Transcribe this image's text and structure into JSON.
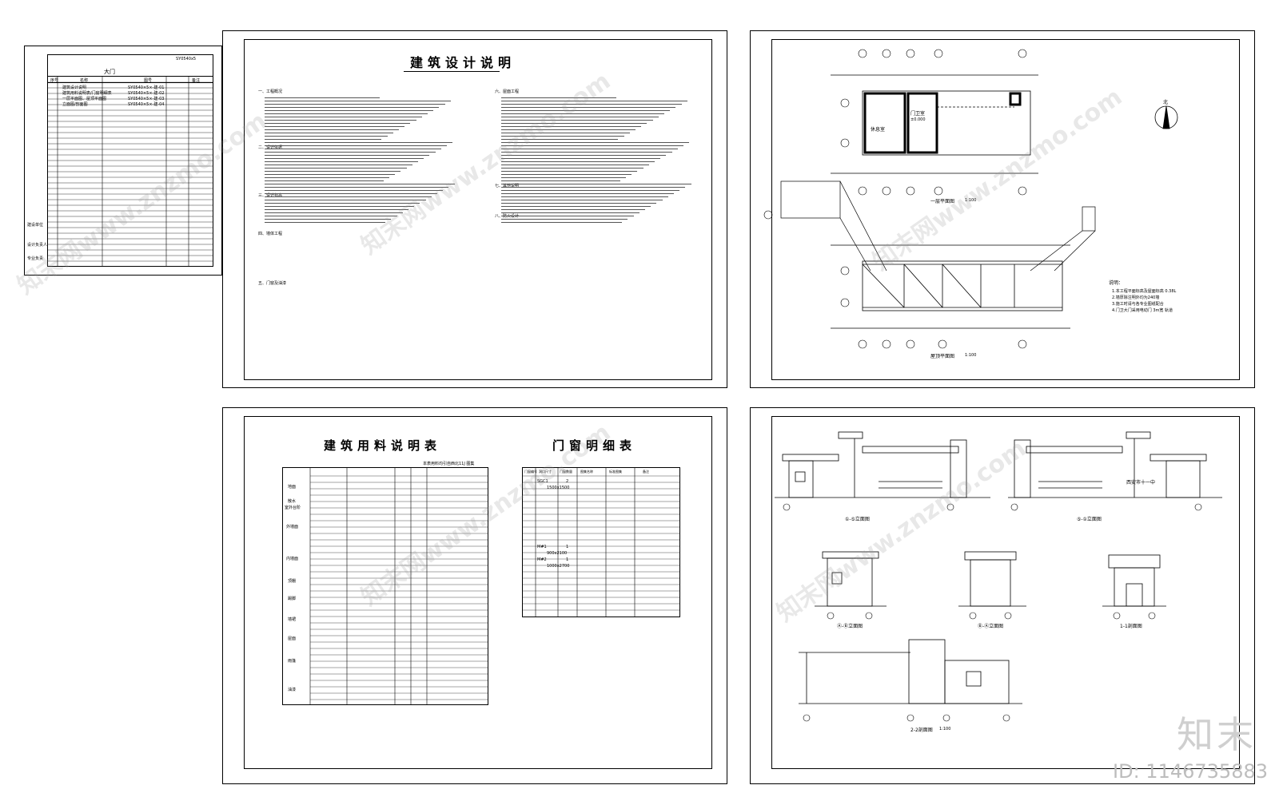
{
  "index_sheet": {
    "project": "大门",
    "code": "SY0540x5",
    "header_cols": [
      "序号",
      "名称",
      "图号",
      "备注"
    ],
    "rows": [
      {
        "name": "建筑设计说明",
        "no": "SY0540×5×-建-01"
      },
      {
        "name": "建筑用料说明表/门窗明细表",
        "no": "SY0540×5×-建-02"
      },
      {
        "name": "一层平面图、屋顶平面图",
        "no": "SY0540×5×-建-03"
      },
      {
        "name": "立面图/剖面图",
        "no": "SY0540×5×-建-04"
      }
    ],
    "side_labels": [
      "建设单位",
      "设计负责人",
      "专业负责"
    ]
  },
  "design_notes": {
    "title": "建筑设计说明",
    "sections": [
      "一、工程概况",
      "二、设计依据",
      "三、设计标高",
      "四、墙体工程",
      "五、门窗及油漆",
      "六、屋面工程",
      "七、其他说明",
      "八、防火设计"
    ]
  },
  "materials": {
    "title": "建筑用料说明表",
    "note": "本表用料均引自西北11J 图集",
    "rows": [
      "地面",
      "散水",
      "室外台阶",
      "外墙面",
      "内墙面",
      "顶棚",
      "踢脚",
      "墙裙",
      "屋面",
      "雨篷",
      "油漆"
    ]
  },
  "door_window": {
    "title": "门窗明细表",
    "headers": [
      "门窗编号",
      "洞口尺寸",
      "门窗数量",
      "图集名称",
      "标准图集",
      "备注"
    ],
    "rows": [
      {
        "code": "SGC1",
        "size": "1500x1500",
        "qty": "2"
      },
      {
        "code": "M#1",
        "size": "900x2100",
        "qty": "1"
      },
      {
        "code": "M#2",
        "size": "1000x2700",
        "qty": "1"
      }
    ]
  },
  "plans": {
    "plan1_title": "一层平面图",
    "plan1_scale": "1:100",
    "roof_title": "屋顶平面图",
    "roof_scale": "1:100",
    "room1": "门卫室",
    "room2": "休息室",
    "level": "±0.000",
    "north": "北",
    "notes_title": "说明：",
    "notes": [
      "1.本工程平面标高及屋面标高 0.38L",
      "2.墙厚除注明外均为240墙",
      "3.施工时请与各专业图纸配合",
      "4.门卫大门采用电动门 3m宽 轨道"
    ]
  },
  "elevations": {
    "elev1": "①-⑤立面图",
    "elev2": "⑤-①立面图",
    "elev3": "Ⓐ-Ⓑ立面图",
    "elev4": "Ⓑ-Ⓐ立面图",
    "sec1": "1-1剖面图",
    "sec2": "2-2剖面图",
    "scale": "1:100",
    "sign": "西安市十一中"
  },
  "brand": {
    "name": "知末",
    "id": "ID: 1146735883",
    "watermark": "知末网www.znzmo.com"
  }
}
